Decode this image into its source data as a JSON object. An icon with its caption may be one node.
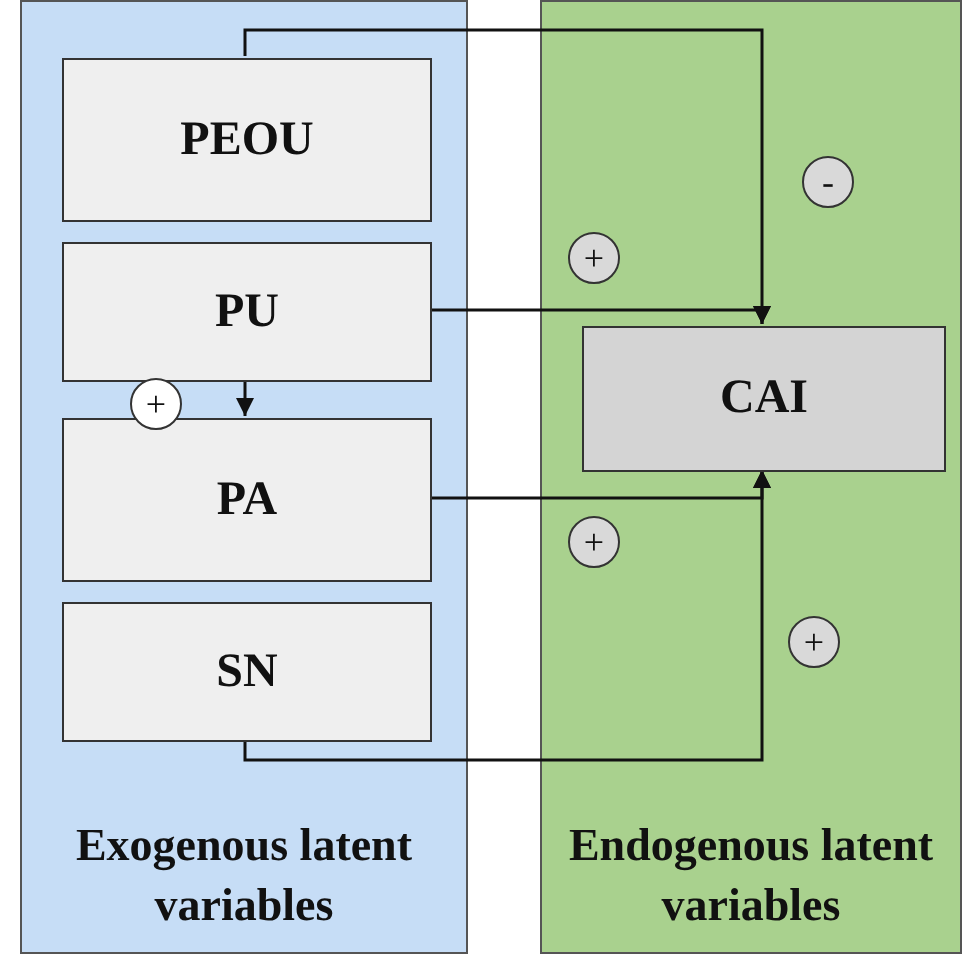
{
  "diagram": {
    "nodes": [
      {
        "text": [
          "Exogenous latent variables"
        ]
      },
      {
        "text": [
          "PEOU"
        ],
        "in": 0
      },
      {
        "text": [
          "PU"
        ],
        "in": 0
      },
      {
        "text": [
          "+"
        ],
        "in": 0
      },
      {
        "text": [
          "PA"
        ],
        "in": 0
      },
      {
        "text": [
          "SN"
        ],
        "in": 0
      },
      {
        "text": [
          "Endogenous latent variables"
        ]
      },
      {
        "text": [
          "-"
        ],
        "in": 6
      },
      {
        "text": [
          "+"
        ],
        "in": 6
      },
      {
        "text": [
          "CAI"
        ],
        "in": 6
      },
      {
        "text": [
          "+"
        ],
        "in": 6
      },
      {
        "text": [
          "+"
        ],
        "in": 6
      }
    ],
    "edges": [
      {
        "from": 1,
        "to": 9,
        "arrow": "to"
      },
      {
        "from": 2,
        "to": 9,
        "arrow": "to"
      },
      {
        "from": 2,
        "to": 4,
        "arrow": "to"
      },
      {
        "from": 4,
        "to": 9,
        "arrow": "to"
      },
      {
        "from": 5,
        "to": 9,
        "arrow": "to"
      }
    ]
  }
}
